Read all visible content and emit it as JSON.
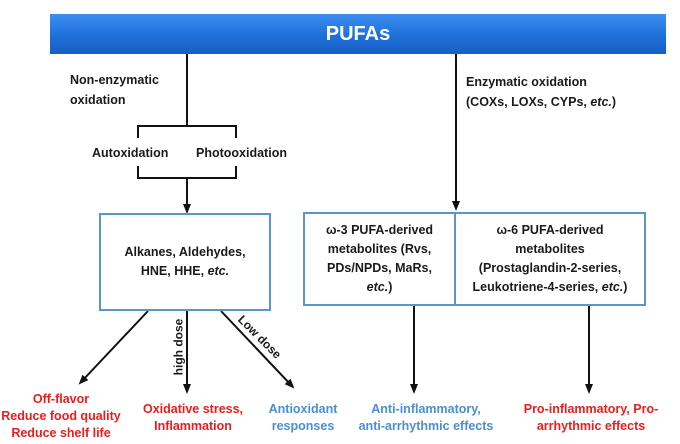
{
  "banner": {
    "title": "PUFAs"
  },
  "left_branch": {
    "label_line1": "Non-enzymatic",
    "label_line2": "oxidation",
    "autoxidation": "Autoxidation",
    "photooxidation": "Photooxidation"
  },
  "right_branch": {
    "label_line1": "Enzymatic oxidation",
    "label_line2": "(COXs, LOXs, CYPs, etc.)"
  },
  "box_left": {
    "line1": "Alkanes, Aldehydes,",
    "line2": "HNE, HHE, etc."
  },
  "box_omega3": {
    "line1": "ω-3 PUFA-derived",
    "line2": "metabolites (Rvs,",
    "line3": "PDs/NPDs, MaRs,",
    "line4": "etc.)"
  },
  "box_omega6": {
    "line1": "ω-6 PUFA-derived",
    "line2": "metabolites",
    "line3": "(Prostaglandin-2-series,",
    "line4": "Leukotriene-4-series, etc.)"
  },
  "dose_labels": {
    "high": "high dose",
    "low": "Low dose"
  },
  "outcomes": {
    "off_flavor": {
      "line1": "Off-flavor",
      "line2": "Reduce food quality",
      "line3": "Reduce shelf life"
    },
    "oxidative": {
      "line1": "Oxidative stress,",
      "line2": "Inflammation"
    },
    "antioxidant": {
      "line1": "Antioxidant",
      "line2": "responses"
    },
    "anti_inflammatory": {
      "line1": "Anti-inflammatory,",
      "line2": "anti-arrhythmic effects"
    },
    "pro_inflammatory": {
      "line1": "Pro-inflammatory, Pro-",
      "line2": "arrhythmic effects"
    }
  },
  "colors": {
    "banner": "#1f6fd9",
    "box_border": "#5a95cf",
    "harmful": "#ee1c1c",
    "beneficial": "#4a8fd1"
  }
}
